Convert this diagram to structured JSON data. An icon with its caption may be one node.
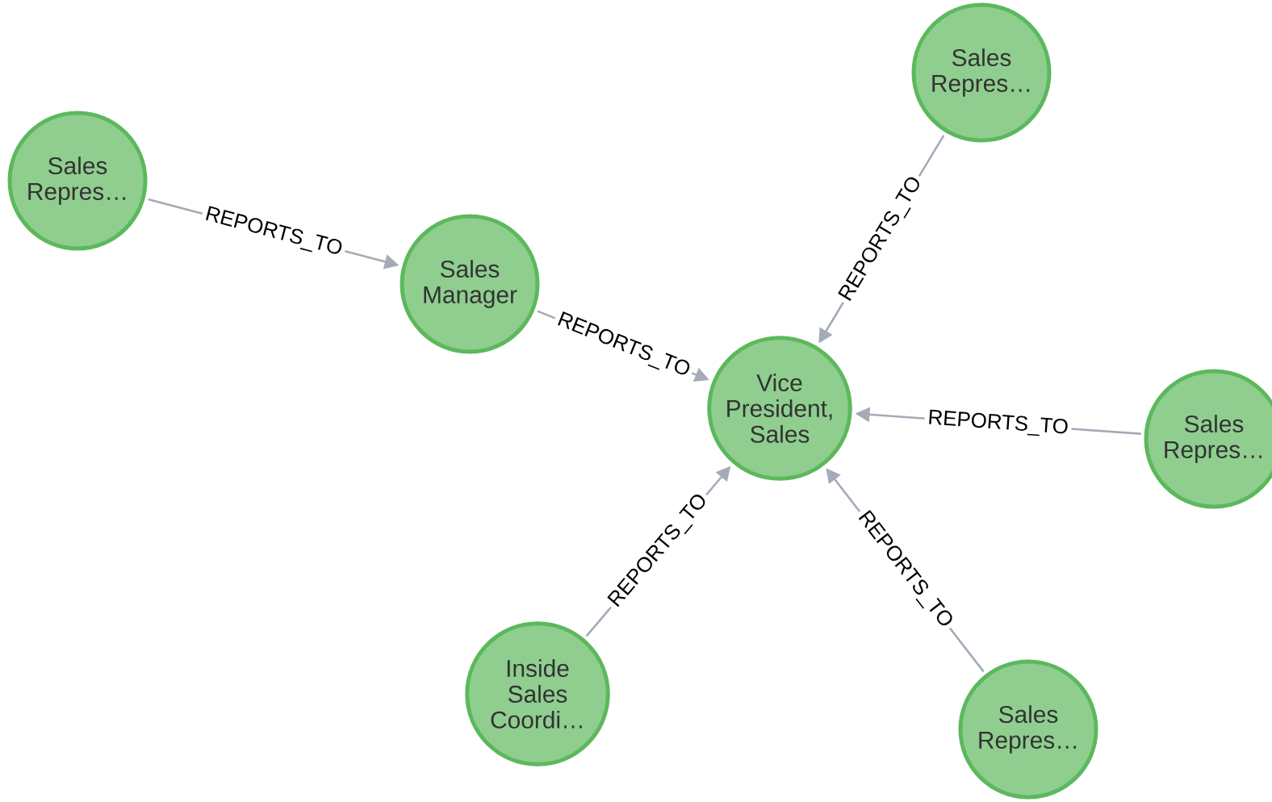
{
  "diagram": {
    "nodes": [
      {
        "text": [
          "Sales Repres…"
        ]
      },
      {
        "text": [
          "Sales Repres…"
        ]
      },
      {
        "text": [
          "Sales Manager"
        ]
      },
      {
        "text": [
          "Vice President, Sales"
        ]
      },
      {
        "text": [
          "Sales Repres…"
        ]
      },
      {
        "text": [
          "Inside Sales Coordi…"
        ]
      },
      {
        "text": [
          "Sales Repres…"
        ]
      }
    ],
    "edges": [
      {
        "from": 1,
        "to": 2,
        "arrow": "to",
        "label": "REPORTS_TO"
      },
      {
        "from": 2,
        "to": 3,
        "arrow": "to",
        "label": "REPORTS_TO"
      },
      {
        "from": 0,
        "to": 3,
        "arrow": "to",
        "label": "REPORTS_TO"
      },
      {
        "from": 4,
        "to": 3,
        "arrow": "to",
        "label": "REPORTS_TO"
      },
      {
        "from": 5,
        "to": 3,
        "arrow": "to",
        "label": "REPORTS_TO"
      },
      {
        "from": 6,
        "to": 3,
        "arrow": "to",
        "label": "REPORTS_TO"
      }
    ]
  }
}
